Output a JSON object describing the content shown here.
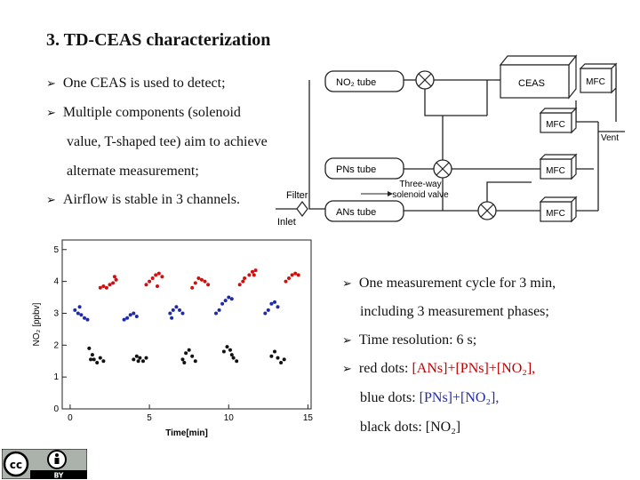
{
  "slide": {
    "title": "3. TD-CEAS characterization",
    "bullets_left": [
      "One CEAS is used to detect;",
      "Multiple components (solenoid",
      "value, T-shaped tee) aim to achieve",
      "alternate measurement;",
      "Airflow is stable in 3 channels."
    ],
    "bullets_right": {
      "cycle_1": "One measurement cycle for 3 min,",
      "cycle_2": "including 3 measurement phases;",
      "time_res": "Time resolution: 6 s;",
      "red_prefix": "red dots: ",
      "red_value": "[ANs]+[PNs]+[NO₂],",
      "blue_prefix": "blue dots: ",
      "blue_value": "[PNs]+[NO₂],",
      "black_line": "black dots: [NO₂]"
    }
  },
  "diagram": {
    "no2_tube": "NO₂ tube",
    "pns_tube": "PNs tube",
    "ans_tube": "ANs tube",
    "ceas": "CEAS",
    "mfc": "MFC",
    "vent": "Vent",
    "filter": "Filter",
    "inlet": "Inlet",
    "valve_label_1": "Three-way",
    "valve_label_2": "solenoid valve"
  },
  "colors": {
    "red": "#d01010",
    "blue": "#1f2aa8",
    "black": "#111111"
  },
  "license": {
    "badge": "BY"
  },
  "chart_data": {
    "type": "scatter",
    "xlabel": "Time[min]",
    "ylabel": "NO₂ [ppbv]",
    "xlim": [
      -0.5,
      15.2
    ],
    "ylim": [
      0,
      5.3
    ],
    "xticks": [
      0,
      5,
      10,
      15
    ],
    "yticks": [
      0,
      1,
      2,
      3,
      4,
      5
    ],
    "series": [
      {
        "color": "red",
        "points": [
          [
            1.9,
            3.8
          ],
          [
            2.1,
            3.85
          ],
          [
            2.3,
            3.8
          ],
          [
            2.5,
            3.9
          ],
          [
            2.7,
            3.95
          ],
          [
            2.9,
            4.05
          ],
          [
            2.8,
            4.15
          ],
          [
            4.8,
            3.9
          ],
          [
            5.0,
            4.0
          ],
          [
            5.2,
            4.1
          ],
          [
            5.4,
            4.2
          ],
          [
            5.6,
            4.25
          ],
          [
            5.8,
            4.15
          ],
          [
            5.5,
            3.85
          ],
          [
            7.7,
            3.8
          ],
          [
            7.9,
            3.95
          ],
          [
            8.1,
            4.1
          ],
          [
            8.3,
            4.05
          ],
          [
            8.5,
            4.0
          ],
          [
            8.7,
            3.9
          ],
          [
            10.7,
            3.9
          ],
          [
            10.9,
            4.0
          ],
          [
            11.0,
            4.1
          ],
          [
            11.3,
            4.2
          ],
          [
            11.5,
            4.3
          ],
          [
            11.7,
            4.35
          ],
          [
            11.6,
            4.2
          ],
          [
            13.6,
            4.0
          ],
          [
            13.8,
            4.1
          ],
          [
            14.0,
            4.2
          ],
          [
            14.2,
            4.25
          ],
          [
            14.4,
            4.2
          ]
        ]
      },
      {
        "color": "blue",
        "points": [
          [
            0.3,
            3.1
          ],
          [
            0.5,
            3.0
          ],
          [
            0.7,
            2.95
          ],
          [
            0.9,
            2.85
          ],
          [
            1.1,
            2.8
          ],
          [
            0.6,
            3.2
          ],
          [
            3.4,
            2.8
          ],
          [
            3.6,
            2.85
          ],
          [
            3.8,
            2.95
          ],
          [
            4.0,
            3.0
          ],
          [
            4.2,
            2.9
          ],
          [
            6.3,
            3.0
          ],
          [
            6.5,
            3.1
          ],
          [
            6.7,
            3.2
          ],
          [
            6.9,
            3.1
          ],
          [
            7.1,
            3.0
          ],
          [
            6.4,
            2.85
          ],
          [
            9.2,
            3.0
          ],
          [
            9.4,
            3.1
          ],
          [
            9.6,
            3.3
          ],
          [
            9.8,
            3.4
          ],
          [
            10.0,
            3.5
          ],
          [
            10.2,
            3.45
          ],
          [
            12.3,
            3.0
          ],
          [
            12.5,
            3.1
          ],
          [
            12.7,
            3.3
          ],
          [
            12.9,
            3.35
          ],
          [
            13.1,
            3.2
          ]
        ]
      },
      {
        "color": "black",
        "points": [
          [
            1.2,
            1.9
          ],
          [
            1.4,
            1.7
          ],
          [
            1.5,
            1.55
          ],
          [
            1.7,
            1.45
          ],
          [
            1.9,
            1.6
          ],
          [
            2.1,
            1.5
          ],
          [
            1.3,
            1.55
          ],
          [
            4.0,
            1.55
          ],
          [
            4.2,
            1.65
          ],
          [
            4.4,
            1.6
          ],
          [
            4.6,
            1.5
          ],
          [
            4.8,
            1.6
          ],
          [
            4.3,
            1.5
          ],
          [
            7.1,
            1.55
          ],
          [
            7.3,
            1.75
          ],
          [
            7.5,
            1.85
          ],
          [
            7.7,
            1.65
          ],
          [
            7.9,
            1.5
          ],
          [
            7.2,
            1.45
          ],
          [
            9.7,
            1.8
          ],
          [
            9.9,
            1.95
          ],
          [
            10.1,
            1.85
          ],
          [
            10.3,
            1.6
          ],
          [
            10.5,
            1.5
          ],
          [
            10.2,
            1.7
          ],
          [
            12.7,
            1.65
          ],
          [
            12.9,
            1.8
          ],
          [
            13.1,
            1.6
          ],
          [
            13.3,
            1.45
          ],
          [
            13.5,
            1.55
          ]
        ]
      }
    ]
  }
}
